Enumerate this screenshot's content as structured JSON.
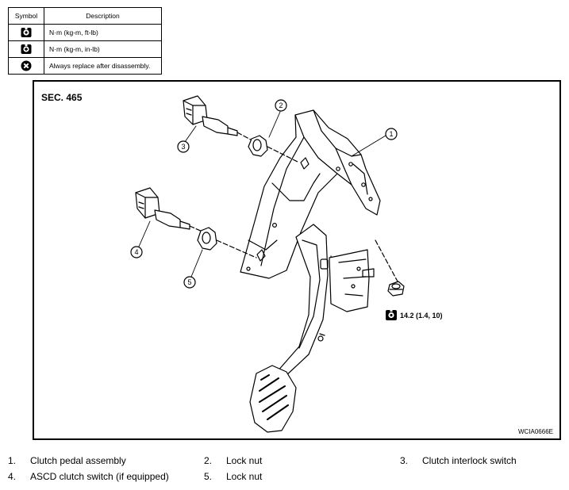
{
  "legend": {
    "header_symbol": "Symbol",
    "header_description": "Description",
    "rows": [
      {
        "icon": "torque-wrench-ft-lb-icon",
        "description": "N·m (kg-m, ft-lb)"
      },
      {
        "icon": "torque-wrench-in-lb-icon",
        "description": "N·m (kg-m, in-lb)"
      },
      {
        "icon": "always-replace-icon",
        "description": "Always replace after disassembly."
      }
    ]
  },
  "figure": {
    "section": "SEC. 465",
    "code": "WCIA0666E",
    "torque_icon": "torque-wrench-ft-lb-icon",
    "torque_spec": "14.2 (1.4, 10)",
    "callouts": [
      "1",
      "2",
      "3",
      "4",
      "5"
    ]
  },
  "parts": [
    {
      "num": "1.",
      "name": "Clutch pedal assembly"
    },
    {
      "num": "2.",
      "name": "Lock nut"
    },
    {
      "num": "3.",
      "name": "Clutch interlock switch"
    },
    {
      "num": "4.",
      "name": "ASCD clutch switch (if equipped)"
    },
    {
      "num": "5.",
      "name": "Lock nut"
    }
  ],
  "colors": {
    "line": "#000000",
    "background": "#ffffff"
  }
}
